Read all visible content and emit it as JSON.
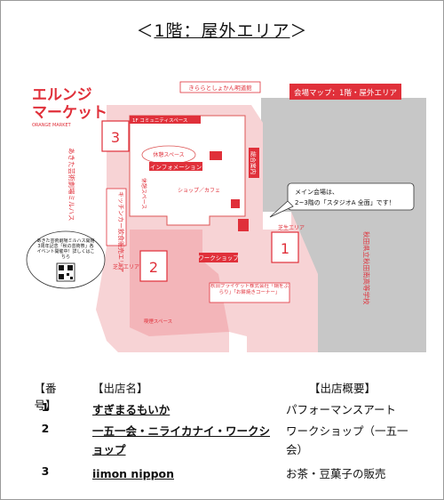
{
  "page": {
    "title_open": "＜",
    "title_main": "1階：屋外エリア",
    "title_close": "＞"
  },
  "map": {
    "logo_line1": "エルンジ",
    "logo_line2": "マーケット",
    "logo_sub": "ORANGE MARKET",
    "map_title": "会場マップ：1階・屋外エリア",
    "top_road_label": "きららとしょかん明道館",
    "left_building_label": "あきた芸術劇場ミルハス",
    "right_school_label": "秋田県立秋田南高等学校",
    "kitchen_car_area": "キッチンカー飲食販売エリア",
    "rest_space_1": "休憩スペース",
    "rest_space_2": "休憩スペース",
    "information": "インフォメーション",
    "shop_cafe": "ショップ／カフェ",
    "general_reception": "総合案内",
    "workshop": "ワークショップ",
    "lawn_area_1": "芝生エリア",
    "lawn_area_2": "芝生エリア",
    "smoking_space": "喫煙スペース",
    "community_space": "1F コミュニティスペース",
    "festival_corner": "秋田ブライケット株式会社「鍋をぶらり」「お餅焼きコーナー」",
    "callout_text_1": "メイン会場は、",
    "callout_text_2": "2~3階の「スタジオA 全面」です！",
    "promo_text": "あきた芸術劇場ミルハス開館3周年記念「秋の芸術祭」各イベント開催中！詳しくはこちら",
    "block_labels": [
      "1",
      "2",
      "3"
    ]
  },
  "table": {
    "headers": {
      "number": "【番号】",
      "shop_name": "【出店名】",
      "summary": "【出店概要】"
    },
    "rows": [
      {
        "number": "1",
        "shop_name": "すぎまるもいか",
        "summary": "パフォーマンスアート"
      },
      {
        "number": "2",
        "shop_name": "一五一会・ニライカナイ・ワークショップ",
        "summary": "ワークショップ（一五一会）"
      },
      {
        "number": "3",
        "shop_name": "iimon nippon",
        "summary": "お茶・豆菓子の販売"
      }
    ]
  },
  "colors": {
    "accent_red": "#e0303a",
    "light_pink": "#f5c9cc",
    "mid_pink": "#ec9aa0",
    "gray": "#bdbdbd"
  }
}
